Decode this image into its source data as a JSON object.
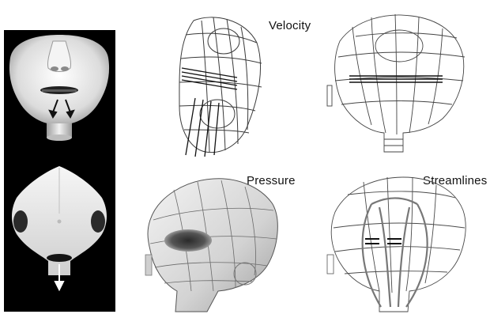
{
  "labels": {
    "velocity": "Velocity",
    "pressure": "Pressure",
    "streamlines": "Streamlines"
  },
  "colors": {
    "background": "#ffffff",
    "left_panel": "#000000",
    "mesh": "#3a3a3a",
    "surface": "#d9d9d9"
  }
}
